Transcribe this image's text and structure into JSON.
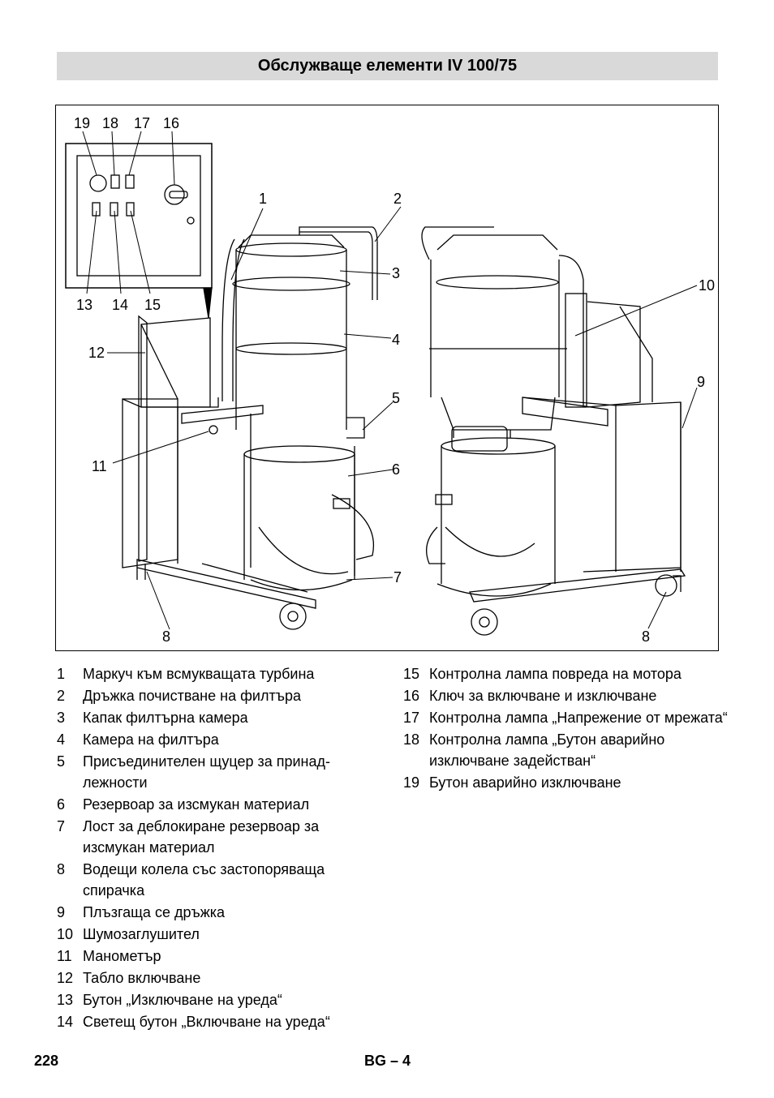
{
  "header": {
    "title": "Обслужваще елементи IV  100/75"
  },
  "figure": {
    "callouts": {
      "c1": "1",
      "c2": "2",
      "c3": "3",
      "c4": "4",
      "c5": "5",
      "c6": "6",
      "c7": "7",
      "c8a": "8",
      "c8b": "8",
      "c9": "9",
      "c10": "10",
      "c11": "11",
      "c12": "12",
      "c13": "13",
      "c14": "14",
      "c15": "15",
      "c16": "16",
      "c17": "17",
      "c18": "18",
      "c19": "19"
    }
  },
  "legend": {
    "left": [
      {
        "num": "1",
        "text": "Маркуч към всмукващата турбина"
      },
      {
        "num": "2",
        "text": "Дръжка почистване на филтъра"
      },
      {
        "num": "3",
        "text": "Капак филтърна камера"
      },
      {
        "num": "4",
        "text": "Камера на филтъра"
      },
      {
        "num": "5",
        "text": "Присъединителен щуцер за принад-лежности"
      },
      {
        "num": "6",
        "text": "Резервоар за изсмукан материал"
      },
      {
        "num": "7",
        "text": "Лост за деблокиране резервоар за изсмукан материал"
      },
      {
        "num": "8",
        "text": "Водещи колела със застопоряваща спирачка"
      },
      {
        "num": "9",
        "text": "Плъзгаща се дръжка"
      },
      {
        "num": "10",
        "text": "Шумозаглушител"
      },
      {
        "num": "11",
        "text": "Манометър"
      },
      {
        "num": "12",
        "text": "Табло включване"
      },
      {
        "num": "13",
        "text": "Бутон „Изключване на уреда“"
      },
      {
        "num": "14",
        "text": "Светещ бутон „Включване на уреда“"
      }
    ],
    "right": [
      {
        "num": "15",
        "text": "Контролна лампа повреда на мотора"
      },
      {
        "num": "16",
        "text": "Ключ за включване и изключване"
      },
      {
        "num": "17",
        "text": "Контролна лампа „Напрежение от мрежата“"
      },
      {
        "num": "18",
        "text": "Контролна лампа „Бутон аварийно изключване задействан“"
      },
      {
        "num": "19",
        "text": "Бутон аварийно изключване"
      }
    ]
  },
  "footer": {
    "page_number": "228",
    "lang_page": "BG – 4"
  }
}
